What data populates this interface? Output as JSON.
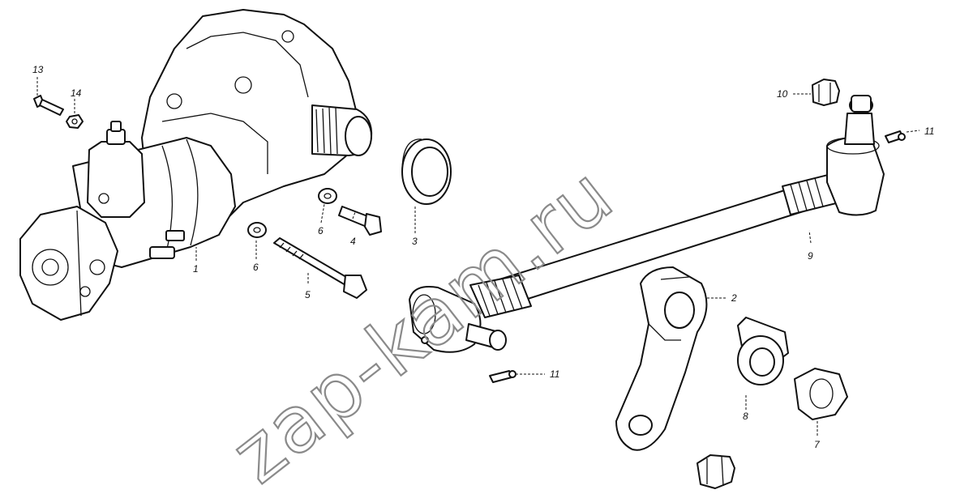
{
  "watermark": "zap-kam.ru",
  "callouts": [
    {
      "id": "13",
      "label": "13"
    },
    {
      "id": "14",
      "label": "14"
    },
    {
      "id": "1",
      "label": "1"
    },
    {
      "id": "6a",
      "label": "6"
    },
    {
      "id": "6b",
      "label": "6"
    },
    {
      "id": "4",
      "label": "4"
    },
    {
      "id": "5",
      "label": "5"
    },
    {
      "id": "3",
      "label": "3"
    },
    {
      "id": "10",
      "label": "10"
    },
    {
      "id": "11a",
      "label": "11"
    },
    {
      "id": "9",
      "label": "9"
    },
    {
      "id": "2",
      "label": "2"
    },
    {
      "id": "11b",
      "label": "11"
    },
    {
      "id": "8",
      "label": "8"
    },
    {
      "id": "7",
      "label": "7"
    }
  ]
}
